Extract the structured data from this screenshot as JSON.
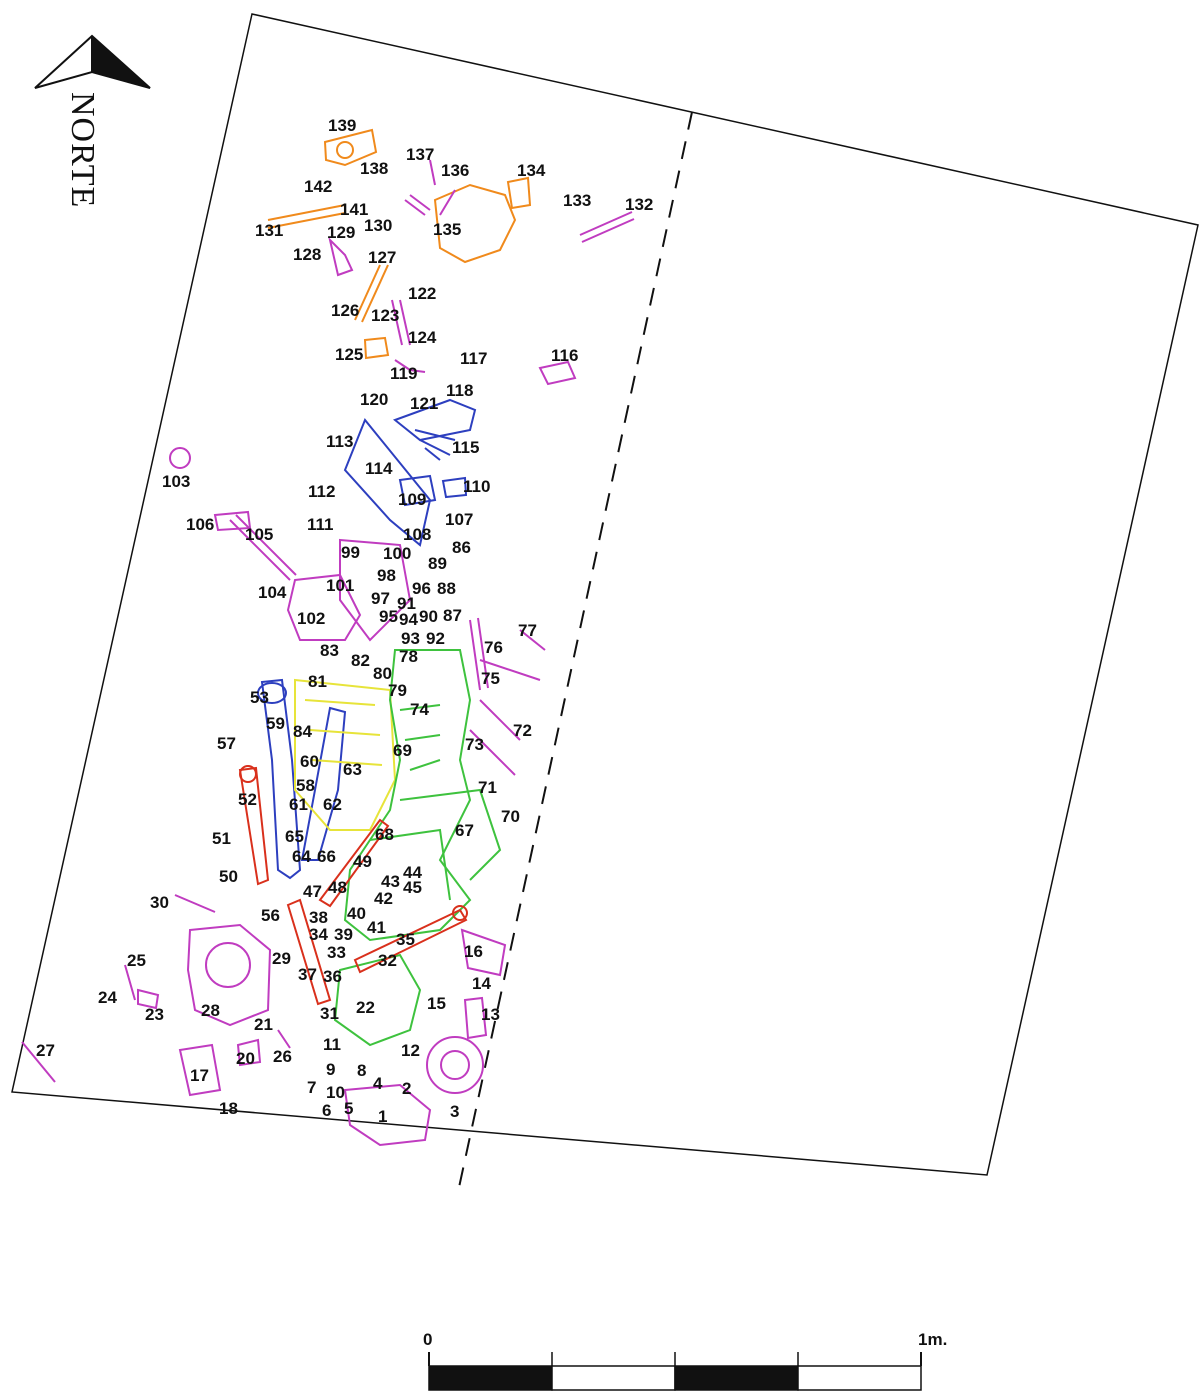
{
  "north_label": "NORTE",
  "scale": {
    "start_label": "0",
    "end_label": "1m.",
    "segments": 4
  },
  "colors": {
    "magenta": "#c03cc0",
    "orange": "#f08a1c",
    "blue": "#2d3fbf",
    "green": "#3ec23e",
    "yellow": "#e7e43a",
    "red": "#d9301c"
  },
  "labels": [
    "1",
    "2",
    "3",
    "4",
    "5",
    "6",
    "7",
    "8",
    "9",
    "10",
    "11",
    "12",
    "13",
    "14",
    "15",
    "16",
    "17",
    "18",
    "20",
    "21",
    "22",
    "23",
    "24",
    "25",
    "26",
    "27",
    "28",
    "29",
    "30",
    "31",
    "32",
    "33",
    "34",
    "35",
    "36",
    "37",
    "38",
    "39",
    "40",
    "41",
    "42",
    "43",
    "44",
    "45",
    "47",
    "48",
    "49",
    "50",
    "51",
    "52",
    "53",
    "56",
    "57",
    "58",
    "59",
    "60",
    "61",
    "62",
    "63",
    "64",
    "65",
    "66",
    "67",
    "68",
    "69",
    "70",
    "71",
    "72",
    "73",
    "74",
    "75",
    "76",
    "77",
    "78",
    "79",
    "80",
    "81",
    "82",
    "83",
    "84",
    "86",
    "87",
    "88",
    "89",
    "90",
    "91",
    "92",
    "93",
    "94",
    "95",
    "96",
    "97",
    "98",
    "99",
    "100",
    "101",
    "102",
    "103",
    "104",
    "105",
    "106",
    "107",
    "108",
    "109",
    "110",
    "111",
    "112",
    "113",
    "114",
    "115",
    "116",
    "117",
    "118",
    "119",
    "120",
    "121",
    "122",
    "123",
    "124",
    "125",
    "126",
    "127",
    "128",
    "129",
    "130",
    "131",
    "132",
    "133",
    "134",
    "135",
    "136",
    "137",
    "138",
    "139",
    "141",
    "142"
  ]
}
